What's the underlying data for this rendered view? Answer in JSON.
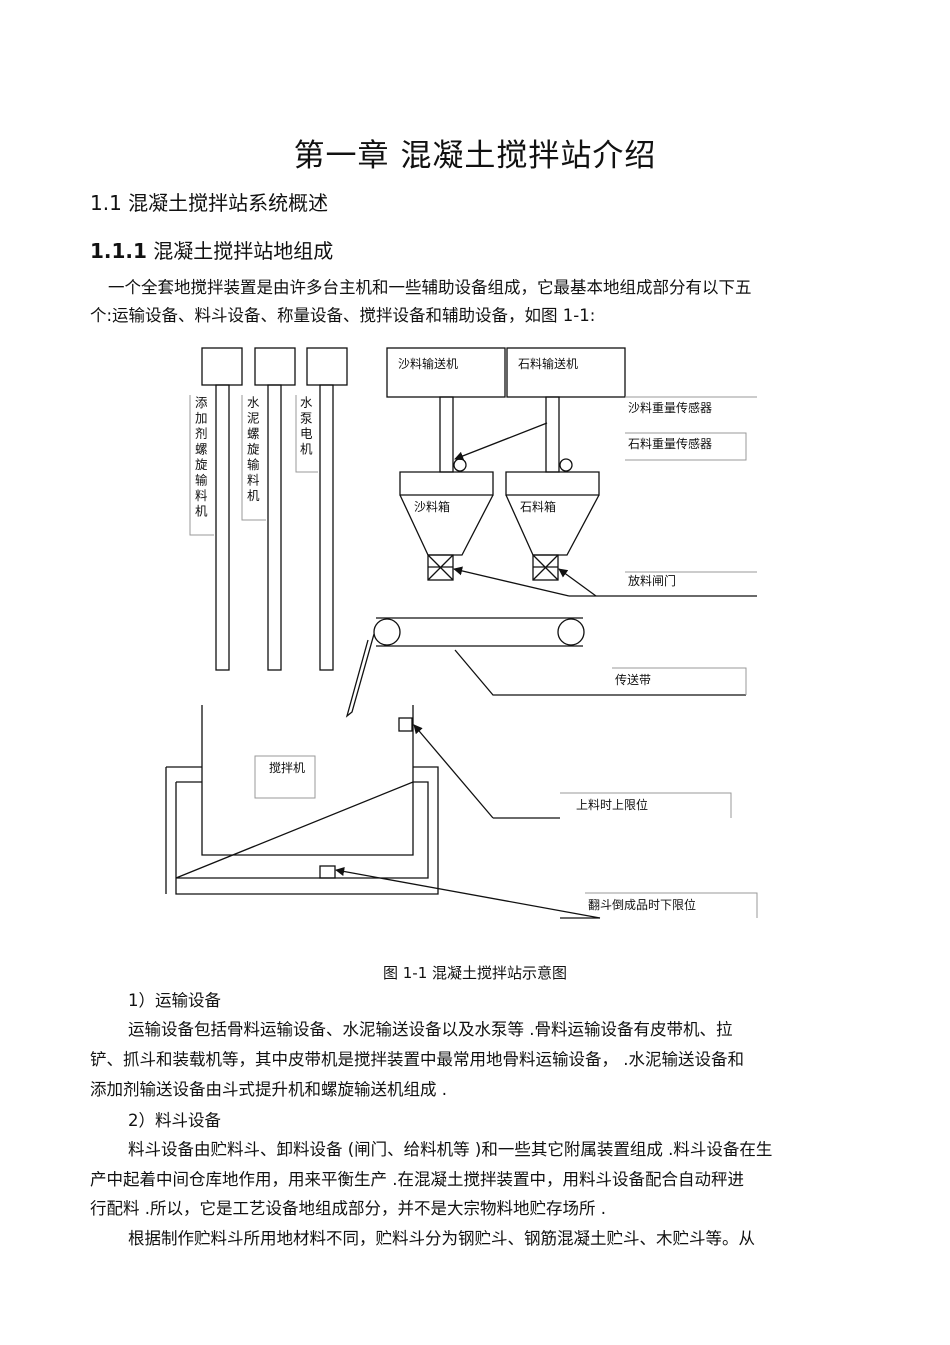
{
  "chapter_title": "第一章  混凝土搅拌站介绍",
  "section_1_1": "1.1  混凝土搅拌站系统概述",
  "section_1_1_1": {
    "num": "1.1.1",
    "title": " 混凝土搅拌站地组成"
  },
  "intro": {
    "line1": "一个全套地搅拌装置是由许多台主机和一些辅助设备组成，它最基本地组成部分有以下五",
    "line2": "个:运输设备、料斗设备、称量设备、搅拌设备和辅助设备，如图        1-1:"
  },
  "figure": {
    "caption": "图 1-1  混凝土搅拌站示意图",
    "labels": {
      "additive": "添加剂螺旋输料机",
      "cement": "水泥螺旋输料机",
      "pump": "水泵电机",
      "sand_conveyor": "沙料输送机",
      "stone_conveyor": "石料输送机",
      "sand_sensor": "沙料重量传感器",
      "stone_sensor": "石料重量传感器",
      "sand_bin": "沙料箱",
      "stone_bin": "石料箱",
      "gate": "放料闸门",
      "belt": "传送带",
      "mixer": "搅拌机",
      "upper_limit": "上料时上限位",
      "lower_limit": "翻斗倒成品时下限位"
    }
  },
  "item1": {
    "title": "1）运输设备",
    "line1": "运输设备包括骨料运输设备、水泥输送设备以及水泵等          .骨料运输设备有皮带机、拉",
    "line2": "铲、抓斗和装载机等，其中皮带机是搅拌装置中最常用地骨料运输设备，           .水泥输送设备和",
    "line3": "添加剂输送设备由斗式提升机和螺旋输送机组成     ."
  },
  "item2": {
    "title": "2）料斗设备",
    "line1": "料斗设备由贮料斗、卸料设备   (闸门、给料机等  )和一些其它附属装置组成   .料斗设备在生",
    "line2": "产中起着中间仓库地作用，用来平衡生产      .在混凝土搅拌装置中，用料斗设备配合自动秤进",
    "line3": "行配料 .所以，它是工艺设备地组成部分，并不是大宗物料地贮存场所        .",
    "line4": "根据制作贮料斗所用地材料不同，贮料斗分为钢贮斗、钢筋混凝土贮斗、木贮斗等。从"
  }
}
